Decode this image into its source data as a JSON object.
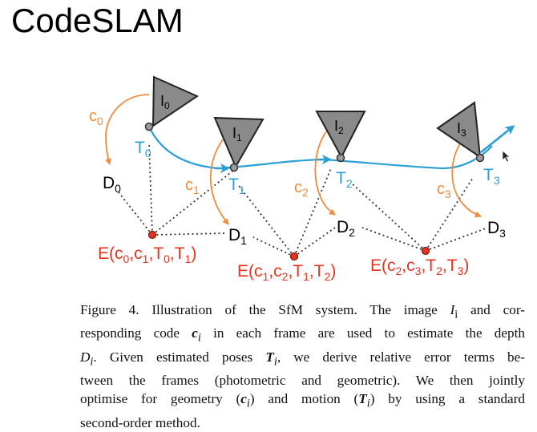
{
  "slide": {
    "title": "CodeSLAM"
  },
  "diagram": {
    "colors": {
      "pose": "#2b9fd6",
      "code": "#f08a3c",
      "error": "#e8321e",
      "frame": "#8a8a8a",
      "dots": "#333333"
    },
    "frames": [
      "I",
      "I",
      "I",
      "I"
    ],
    "frame_subs": [
      "0",
      "1",
      "2",
      "3"
    ],
    "poses": [
      "T",
      "T",
      "T",
      "T"
    ],
    "pose_subs": [
      "0",
      "1",
      "2",
      "3"
    ],
    "codes": [
      "c",
      "c",
      "c",
      "c"
    ],
    "code_subs": [
      "0",
      "1",
      "2",
      "3"
    ],
    "depths": [
      "D",
      "D",
      "D",
      "D"
    ],
    "depth_subs": [
      "0",
      "1",
      "2",
      "3"
    ],
    "errors": [
      {
        "open": "E(",
        "a": "c",
        "a_sub": "0",
        "b": "c",
        "b_sub": "1",
        "p": "T",
        "p_sub": "0",
        "q": "T",
        "q_sub": "1",
        "close": ")"
      },
      {
        "open": "E(",
        "a": "c",
        "a_sub": "1",
        "b": "c",
        "b_sub": "2",
        "p": "T",
        "p_sub": "1",
        "q": "T",
        "q_sub": "2",
        "close": ")"
      },
      {
        "open": "E(",
        "a": "c",
        "a_sub": "2",
        "b": "c",
        "b_sub": "3",
        "p": "T",
        "p_sub": "2",
        "q": "T",
        "q_sub": "3",
        "close": ")"
      }
    ]
  },
  "caption": {
    "l1a": "Figure 4.  Illustration of the SfM system. The image ",
    "l1b": "I",
    "l1c": "i",
    "l1d": " and cor-",
    "l2a": "responding code ",
    "l2b": "c",
    "l2c": "i",
    "l2d": " in each frame are used to estimate the depth",
    "l3a": "D",
    "l3b": "i",
    "l3c": ". Given estimated poses ",
    "l3d": "T",
    "l3e": "i",
    "l3f": ", we derive relative error terms be-",
    "l4": "tween the frames (photometric and geometric). We then jointly",
    "l5a": "optimise for geometry (",
    "l5b": "c",
    "l5c": "i",
    "l5d": ") and motion (",
    "l5e": "T",
    "l5f": "i",
    "l5g": ") by using a standard",
    "l6": "second-order method."
  }
}
